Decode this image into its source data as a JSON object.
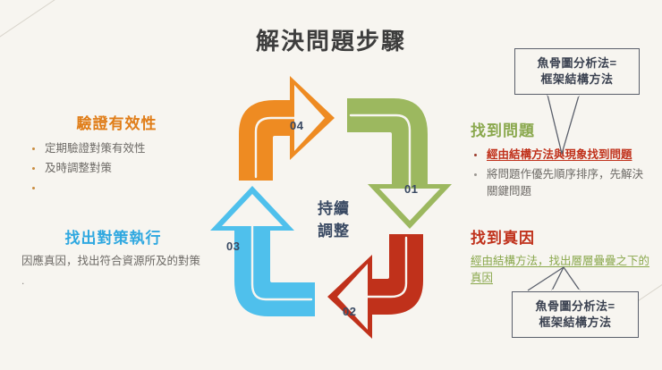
{
  "page": {
    "title": "解決問題步驟",
    "center_label_line1": "持續",
    "center_label_line2": "調整",
    "background_color": "#f7f5f0"
  },
  "cycle": {
    "steps": [
      {
        "number": "01",
        "color": "#9cb85f",
        "name": "找到問題",
        "direction": "down"
      },
      {
        "number": "02",
        "color": "#c0311b",
        "name": "找到真因",
        "direction": "left"
      },
      {
        "number": "03",
        "color": "#4fc0ec",
        "name": "找出對策執行",
        "direction": "up"
      },
      {
        "number": "04",
        "color": "#ee8b22",
        "name": "驗證有效性",
        "direction": "right"
      }
    ]
  },
  "blocks": {
    "verify": {
      "heading": "驗證有效性",
      "heading_color": "#e07d18",
      "bullets": [
        "定期驗證對策有效性",
        "及時調整對策"
      ]
    },
    "execute": {
      "heading": "找出對策執行",
      "heading_color": "#2fa8e0",
      "body": "因應真因，找出符合資源所及的對策",
      "trailing_mark": "."
    },
    "find_problem": {
      "heading": "找到問題",
      "heading_color": "#8aa84d",
      "bullets": [
        {
          "text": "經由結構方法與現象找到問題",
          "style": "highlight-red-underline"
        },
        {
          "text": "將問題作優先順序排序，先解決關鍵問題",
          "style": "plain-gray"
        }
      ]
    },
    "root_cause": {
      "heading": "找到真因",
      "heading_color": "#c0311b",
      "body": "經由結構方法，找出層層疊疊之下的真因"
    }
  },
  "callouts": {
    "top": "魚骨圖分析法=\n框架結構方法",
    "bottom": "魚骨圖分析法=\n框架結構方法"
  }
}
